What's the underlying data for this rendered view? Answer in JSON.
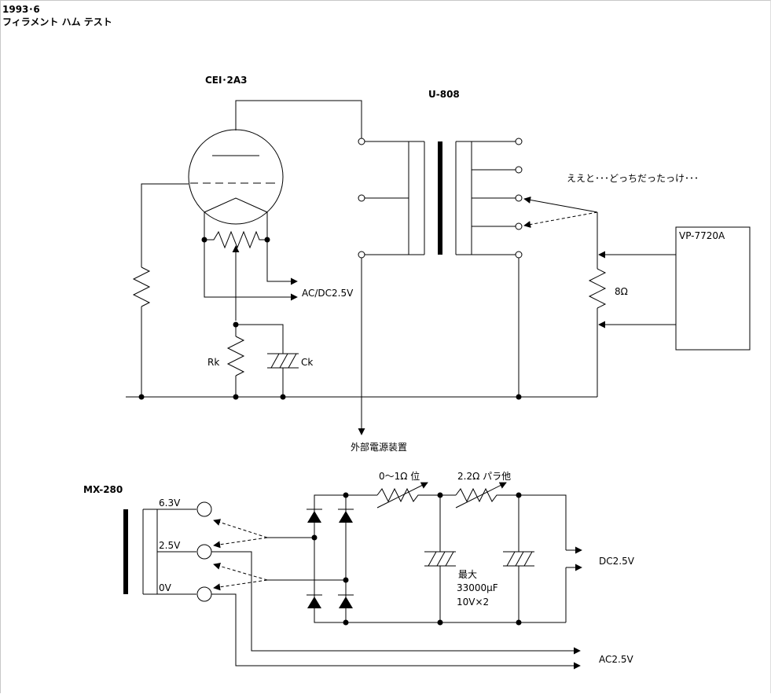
{
  "header": {
    "date": "1993･6",
    "title": "フィラメント ハム テスト"
  },
  "labels": {
    "tube": "CEI･2A3",
    "output_transformer": "U-808",
    "ac_dc_filament": "AC/DC2.5V",
    "rk": "Rk",
    "ck": "Ck",
    "external_power": "外部電源装置",
    "question": "ええと･･･どっちだったっけ･･･",
    "meter": "VP-7720A",
    "load_resistor": "8Ω",
    "power_transformer": "MX-280",
    "tap_63": "6.3V",
    "tap_25": "2.5V",
    "tap_0": "0V",
    "pot": "0～1Ω 位",
    "resistor_parallel": "2.2Ω パラ他",
    "cap_max": "最大",
    "cap_value": "33000μF",
    "cap_rating": "10V×2",
    "dc_out": "DC2.5V",
    "ac_out": "AC2.5V"
  }
}
